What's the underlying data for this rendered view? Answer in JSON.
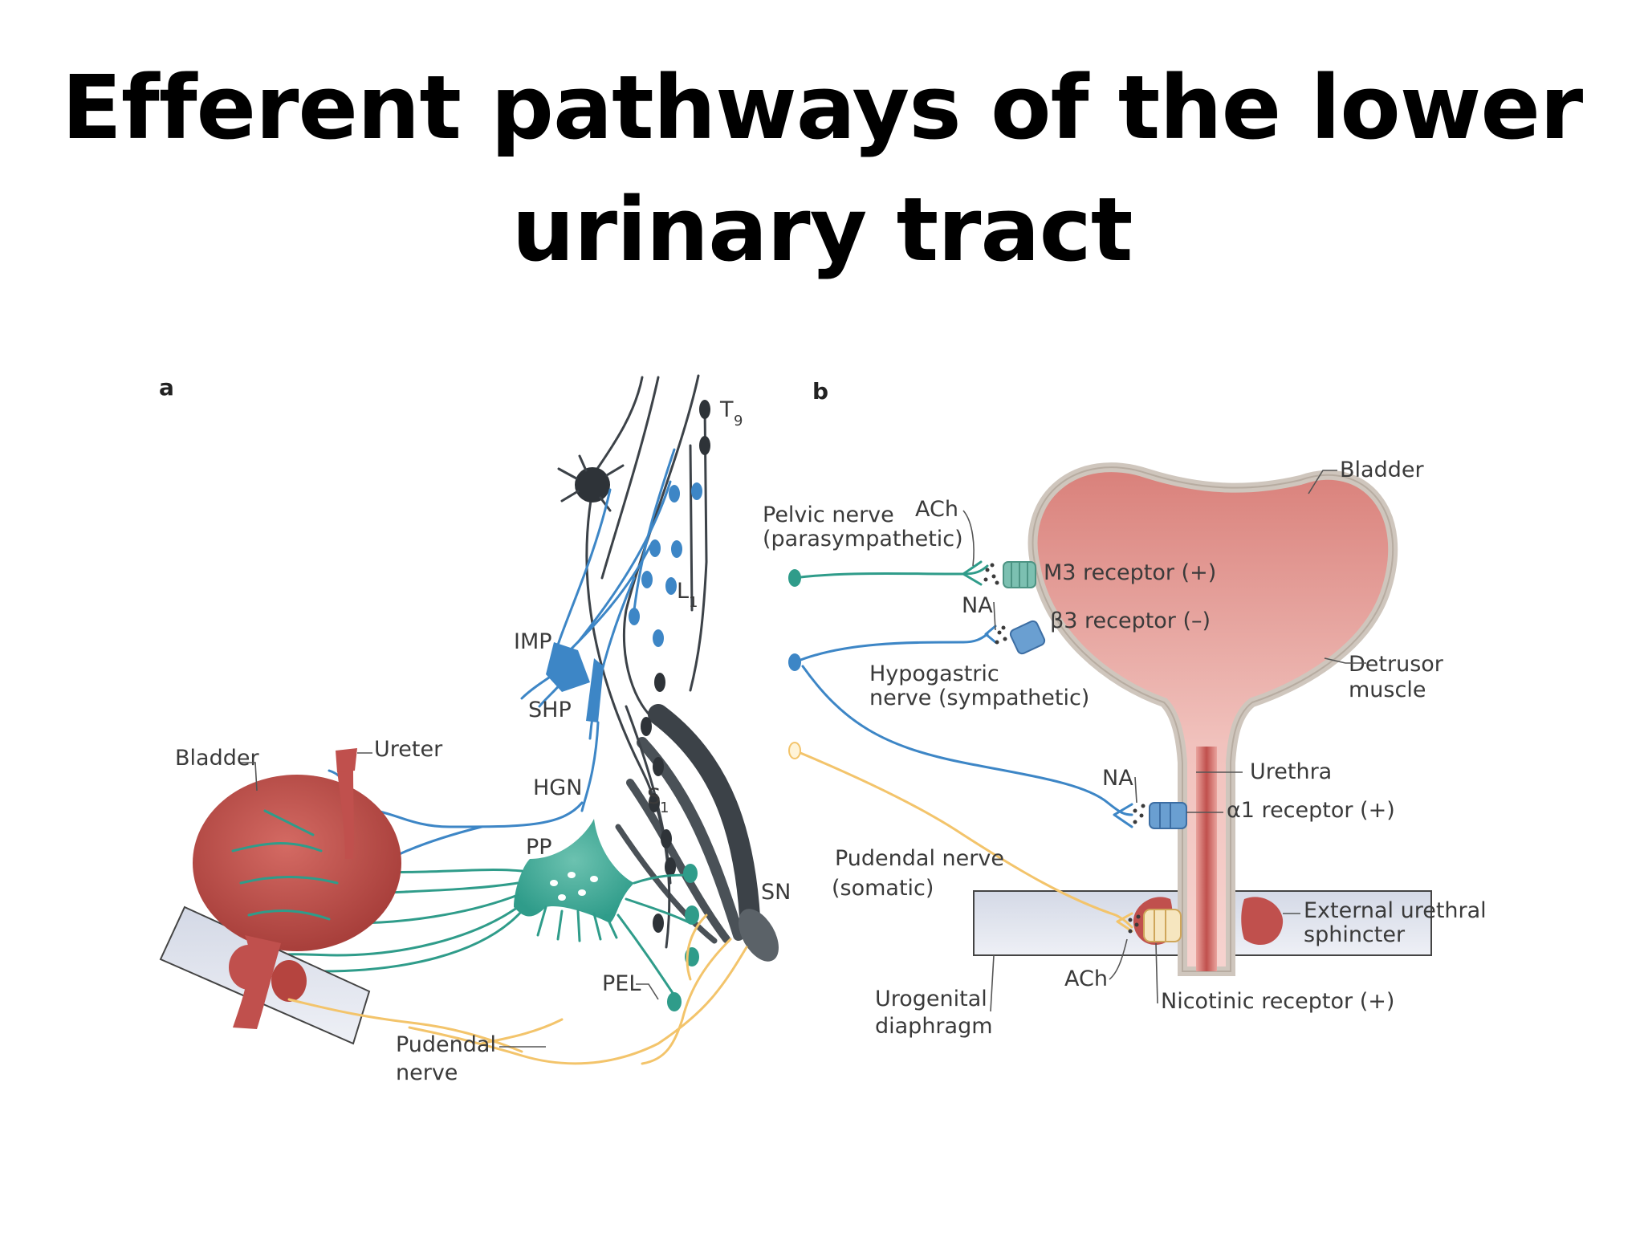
{
  "title": {
    "line1": "Efferent pathways of the lower",
    "line2": "urinary tract"
  },
  "panel_a": {
    "letter": "a",
    "labels": {
      "t9_t": "T",
      "t9_sub": "9",
      "l1_l": "L",
      "l1_sub": "1",
      "s1_s": "S",
      "s1_sub": "1",
      "imp": "IMP",
      "shp": "SHP",
      "hgn": "HGN",
      "pp": "PP",
      "sn": "SN",
      "pel": "PEL",
      "bladder": "Bladder",
      "ureter": "Ureter",
      "pudendal_line1": "Pudendal",
      "pudendal_line2": "nerve"
    }
  },
  "panel_b": {
    "letter": "b",
    "labels": {
      "bladder": "Bladder",
      "pelvic_line1": "Pelvic nerve",
      "pelvic_line2": "(parasympathetic)",
      "ach_top": "ACh",
      "m3": "M3 receptor (+)",
      "na_top": "NA",
      "beta3": "β3 receptor (–)",
      "hypo_line1": "Hypogastric",
      "hypo_line2": "nerve (sympathetic)",
      "detrusor_line1": "Detrusor",
      "detrusor_line2": "muscle",
      "urethra": "Urethra",
      "na_mid": "NA",
      "alpha1": "α1 receptor (+)",
      "pudendal_line1": "Pudendal nerve",
      "pudendal_line2": "(somatic)",
      "ext_line1": "External urethral",
      "ext_line2": "sphincter",
      "ach_bottom": "ACh",
      "nicotinic": "Nicotinic receptor (+)",
      "urogenital_line1": "Urogenital",
      "urogenital_line2": "diaphragm"
    }
  },
  "colors": {
    "bladder": "#c0504d",
    "parasympathetic": "#2f9c8a",
    "sympathetic": "#3d86c6",
    "somatic": "#f3c46b",
    "sacral_nerve": "#3c4248",
    "receptor_blue": "#6a9fd1",
    "receptor_teal": "#7cc0b1"
  }
}
